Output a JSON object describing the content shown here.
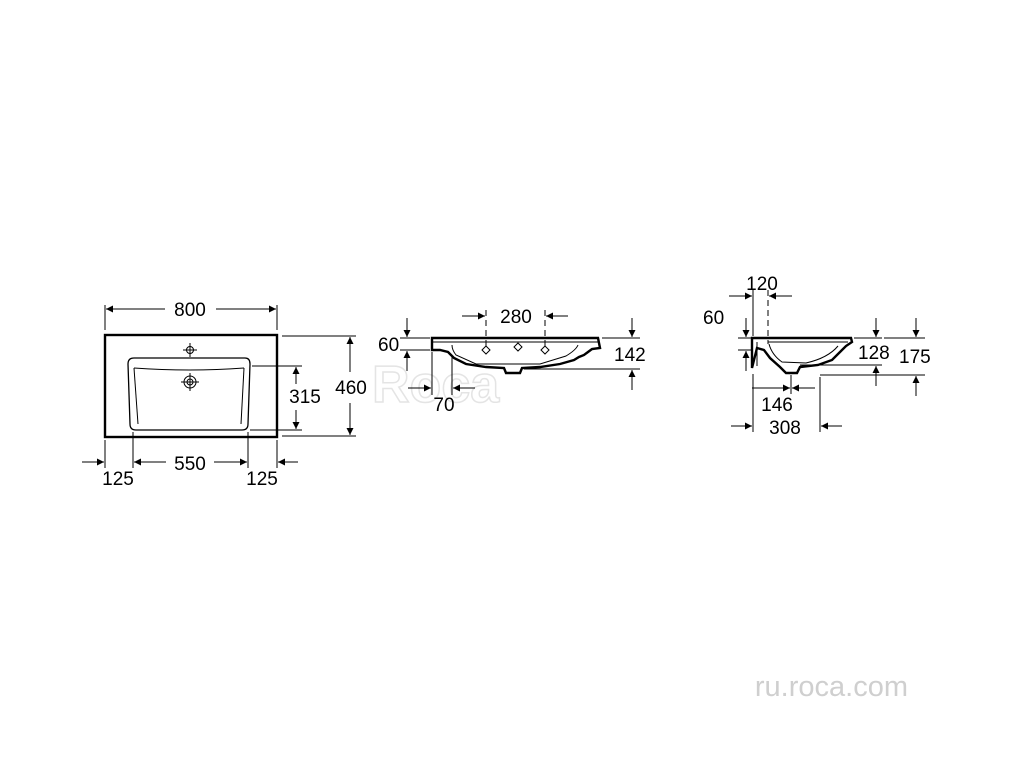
{
  "watermark": "Roca",
  "website": "ru.roca.com",
  "top_view": {
    "overall_width": "800",
    "overall_depth": "460",
    "bowl_depth": "315",
    "left_offset": "125",
    "bowl_width": "550",
    "right_offset": "125"
  },
  "front_view": {
    "rim_height": "60",
    "tap_holes_spacing": "280",
    "total_height": "142",
    "edge_offset": "70"
  },
  "side_view": {
    "rim_depth": "120",
    "rim_height": "60",
    "bowl_height": "128",
    "total_height": "175",
    "drain_offset": "146",
    "overall_depth": "308"
  }
}
